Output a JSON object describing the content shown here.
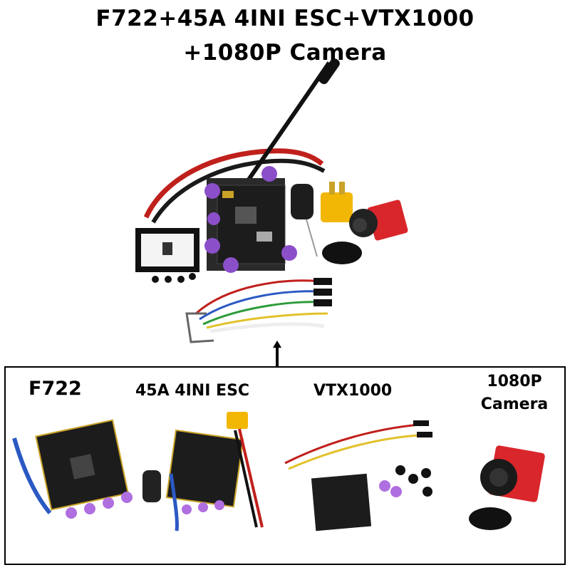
{
  "title": {
    "line1": "F722+45A 4INI ESC+VTX1000",
    "line2": "+1080P Camera"
  },
  "components": [
    {
      "label": "F722"
    },
    {
      "label": "45A 4INI ESC"
    },
    {
      "label": "VTX1000"
    },
    {
      "label": "1080P Camera"
    }
  ],
  "colors": {
    "pcb": "#1c1c1c",
    "standoff": "#8b4fc9",
    "camera": "#d9262b",
    "xt60": "#f2b705",
    "wire_red": "#c0201c"
  }
}
